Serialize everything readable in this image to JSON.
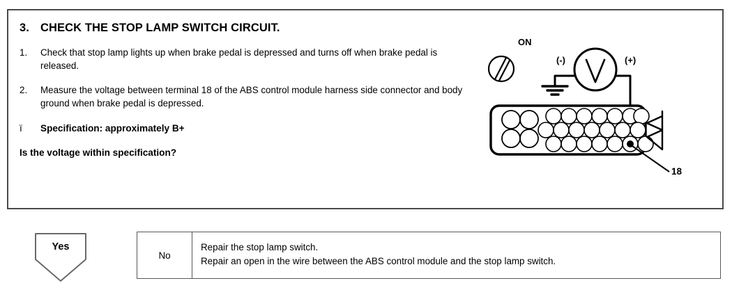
{
  "step": {
    "number": "3.",
    "title": "CHECK THE STOP LAMP SWITCH CIRCUIT.",
    "procedures": [
      {
        "number": "1.",
        "text": "Check that stop lamp lights up when brake pedal is depressed and turns off when brake pedal is released."
      },
      {
        "number": "2.",
        "text": "Measure the voltage between terminal 18 of the ABS control module harness side connector and body ground when brake pedal is depressed."
      }
    ],
    "specification": {
      "bullet": "ï",
      "text": "Specification: approximately B+"
    },
    "question": "Is the voltage within specification?"
  },
  "diagram": {
    "ignition_label": "ON",
    "ignition_icon": "ignition-key-on-icon",
    "meter_symbol": "V",
    "meter_icon": "voltmeter-icon",
    "negative_lead_label": "(-)",
    "positive_lead_label": "(+)",
    "ground_icon": "chassis-ground-icon",
    "terminal_callout": "18",
    "connector_icon": "abs-harness-connector-icon",
    "connector": {
      "left_group_rows": 2,
      "left_group_cols": 2,
      "main_rows": 3,
      "main_top_cols": 7,
      "main_mid_cols": 7,
      "main_bottom_cols": 7,
      "highlighted_pin_row": 3,
      "highlighted_pin_col": 6
    }
  },
  "decision": {
    "yes_label": "Yes",
    "no_label": "No",
    "actions": [
      "Repair the stop lamp switch.",
      "Repair an open in the wire between the ABS control module and the stop lamp switch."
    ]
  },
  "colors": {
    "border": "#4a4a4a",
    "table_border": "#585858",
    "ink": "#000000",
    "background": "#ffffff"
  }
}
